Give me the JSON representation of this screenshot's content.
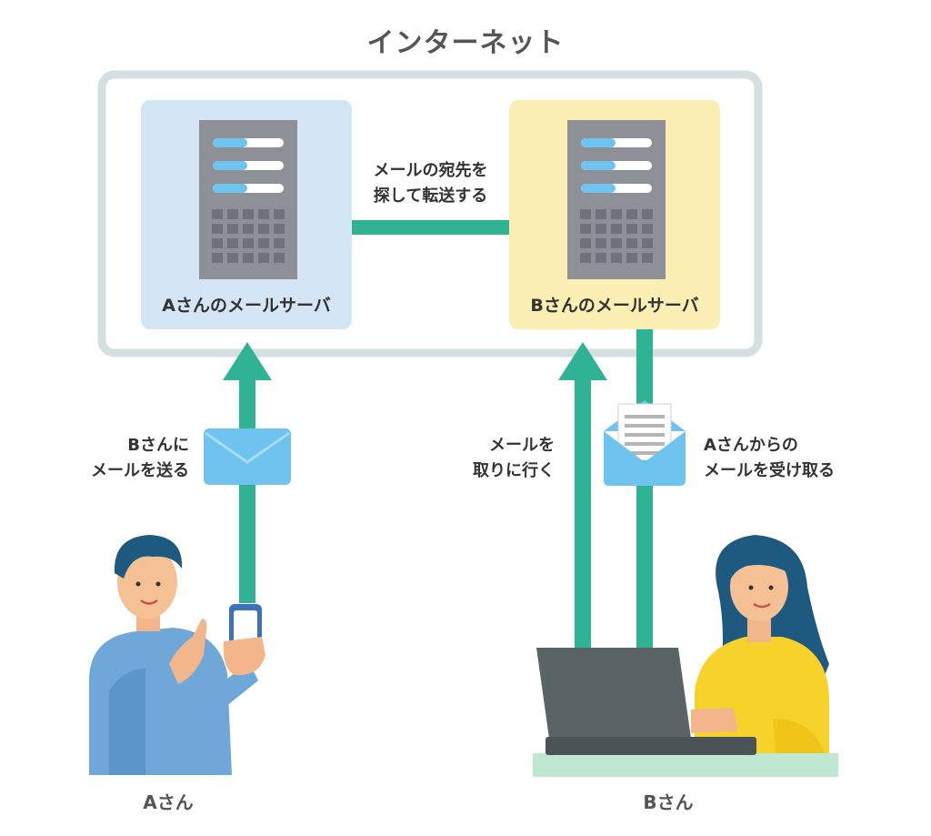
{
  "title": "インターネット",
  "server_a": {
    "label": "Aさんのメールサーバ"
  },
  "server_b": {
    "label": "Bさんのメールサーバ"
  },
  "transfer": {
    "line1": "メールの宛先を",
    "line2": "探して転送する"
  },
  "send": {
    "line1": "Bさんに",
    "line2": "メールを送る"
  },
  "fetch": {
    "line1": "メールを",
    "line2": "取りに行く"
  },
  "receive": {
    "line1": "Aさんからの",
    "line2": "メールを受け取る"
  },
  "person_a": {
    "label": "Aさん"
  },
  "person_b": {
    "label": "Bさん"
  },
  "colors": {
    "arrow": "#2fb394",
    "frame": "#d4dfe2",
    "server_a_bg": "#d4e6f5",
    "server_b_bg": "#fcefb4",
    "server_body": "#8d9097",
    "envelope": "#6ec3ef"
  }
}
